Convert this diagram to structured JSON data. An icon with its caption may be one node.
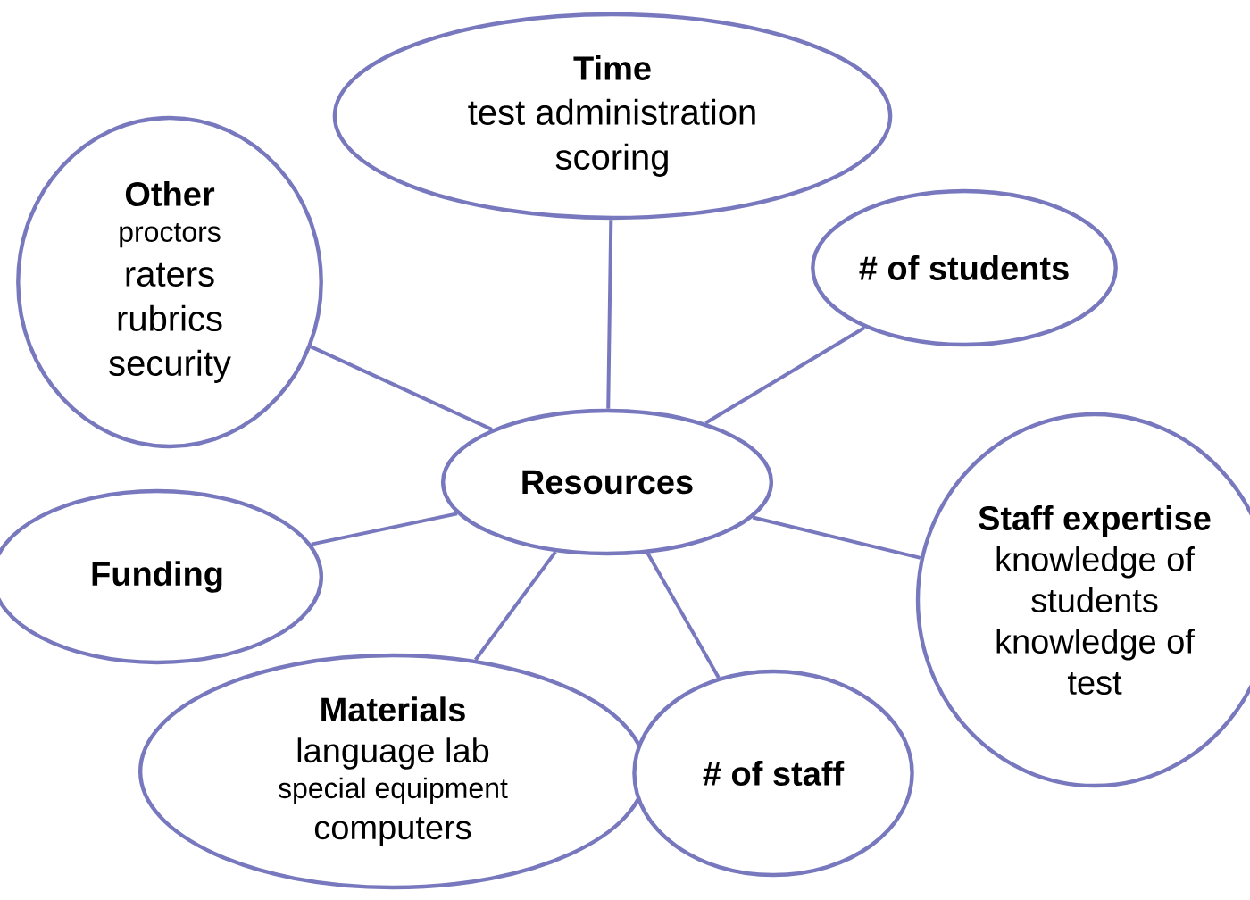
{
  "diagram": {
    "nodes": [
      {
        "text": [
          "Time",
          "test administration",
          "scoring"
        ]
      },
      {
        "text": [
          "Other",
          "proctors",
          "raters",
          "rubrics",
          "security"
        ]
      },
      {
        "text": [
          "# of students"
        ]
      },
      {
        "text": [
          "Resources"
        ]
      },
      {
        "text": [
          "Funding"
        ]
      },
      {
        "text": [
          "Staff expertise",
          "knowledge of students",
          "knowledge of test"
        ]
      },
      {
        "text": [
          "Materials",
          "language lab",
          "special equipment",
          "computers"
        ]
      },
      {
        "text": [
          "# of staff"
        ]
      }
    ],
    "edges": [
      {
        "from": 3,
        "to": 0,
        "arrow": "none"
      },
      {
        "from": 3,
        "to": 1,
        "arrow": "none"
      },
      {
        "from": 3,
        "to": 2,
        "arrow": "none"
      },
      {
        "from": 3,
        "to": 4,
        "arrow": "none"
      },
      {
        "from": 3,
        "to": 5,
        "arrow": "none"
      },
      {
        "from": 3,
        "to": 6,
        "arrow": "none"
      },
      {
        "from": 3,
        "to": 7,
        "arrow": "none"
      }
    ]
  }
}
